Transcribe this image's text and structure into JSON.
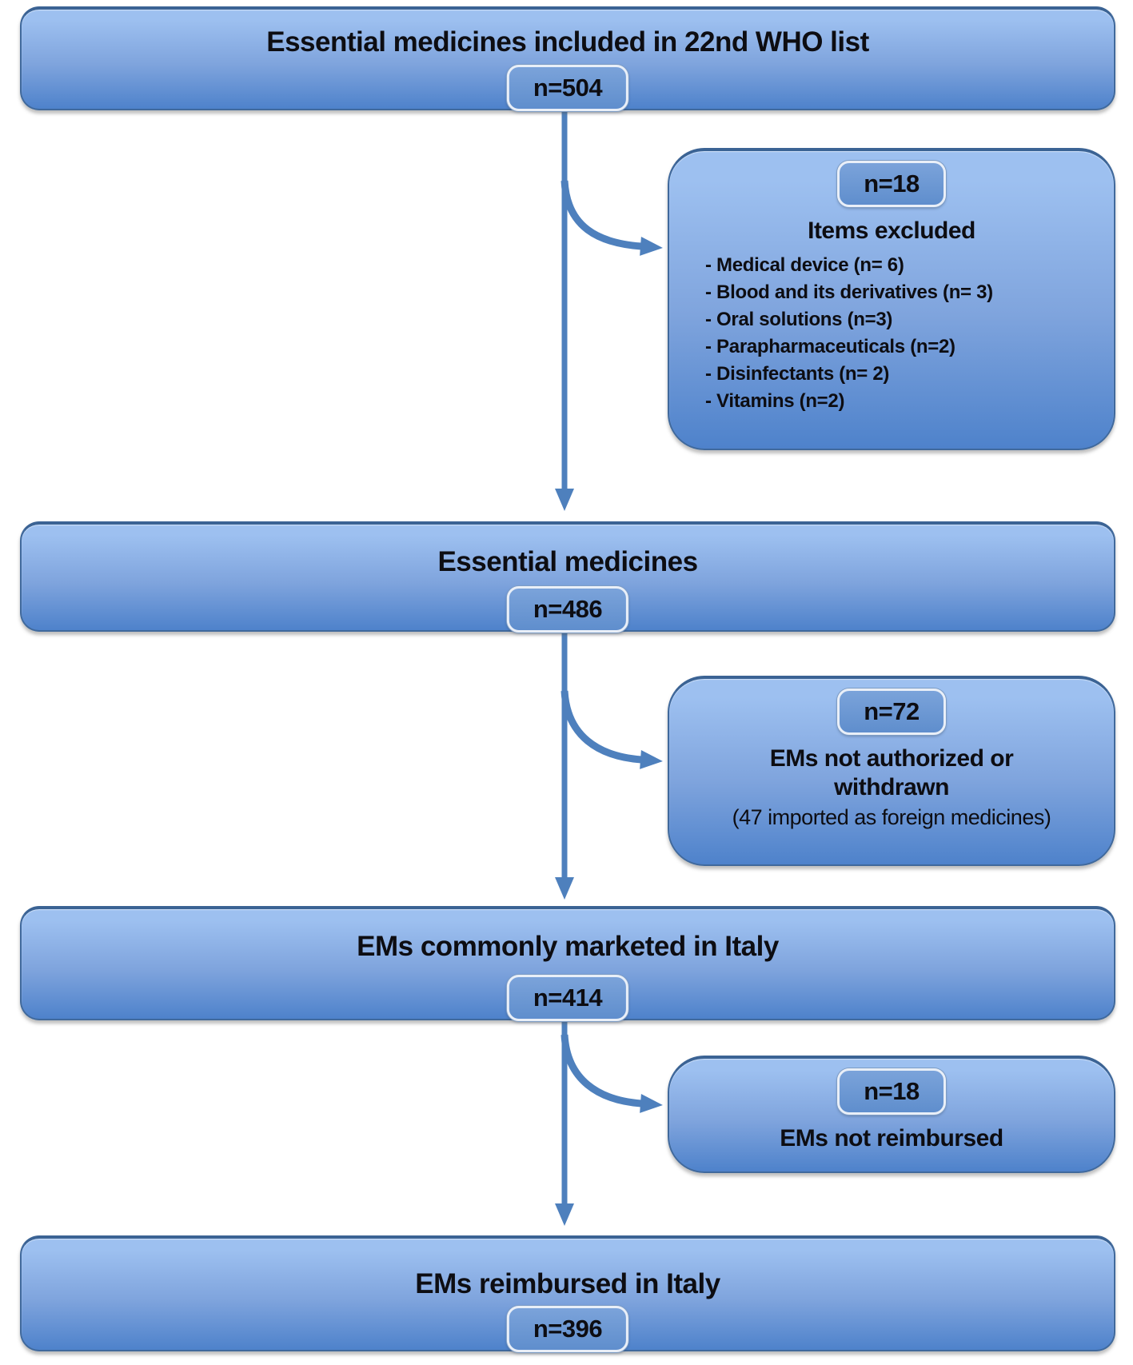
{
  "flowchart": {
    "main_boxes": [
      {
        "title": "Essential medicines included in 22nd WHO list",
        "count": "n=504"
      },
      {
        "title": "Essential medicines",
        "count": "n=486"
      },
      {
        "title": "EMs commonly marketed in Italy",
        "count": "n=414"
      },
      {
        "title": "EMs reimbursed in Italy",
        "count": "n=396"
      }
    ],
    "exclusion_boxes": [
      {
        "count": "n=18",
        "heading": "Items excluded",
        "items": [
          "- Medical device (n= 6)",
          "- Blood and its derivatives (n= 3)",
          "- Oral solutions (n=3)",
          "- Parapharmaceuticals (n=2)",
          "- Disinfectants (n= 2)",
          "- Vitamins (n=2)"
        ]
      },
      {
        "count": "n=72",
        "heading": "EMs not authorized or withdrawn",
        "note": "(47 imported as foreign medicines)"
      },
      {
        "count": "n=18",
        "heading": "EMs not reimbursed"
      }
    ],
    "colors": {
      "box_fill_top": "#9dc0f0",
      "box_fill_mid": "#7fa4dd",
      "box_fill_bottom": "#4e82cb",
      "box_border": "#40699c",
      "badge_fill_top": "#7ba3da",
      "badge_fill_bottom": "#5f8ecd",
      "badge_border": "#e9eff8",
      "arrow": "#4e80bd",
      "text": "#0d0d12"
    }
  }
}
